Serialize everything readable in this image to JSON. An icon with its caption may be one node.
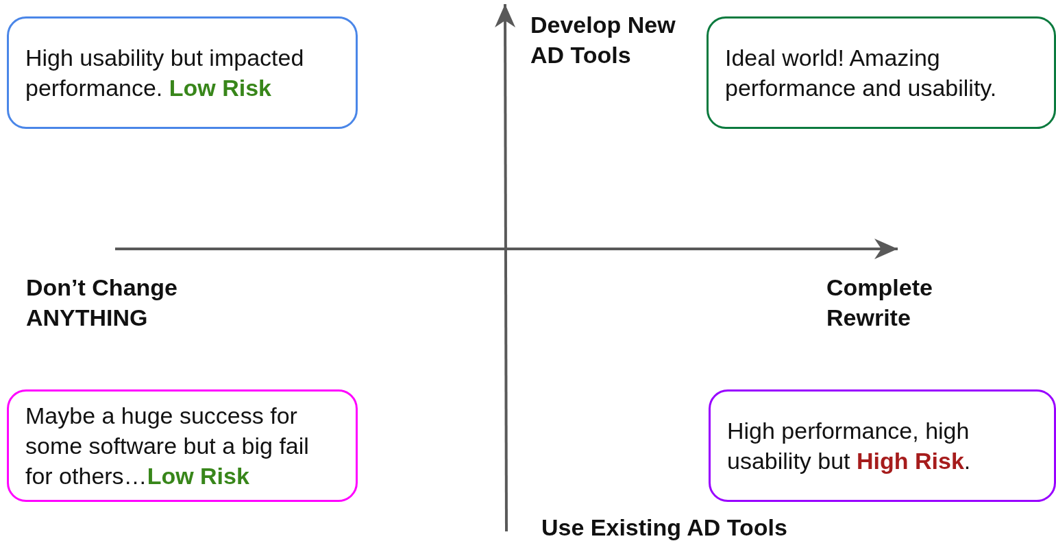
{
  "diagram": {
    "nodes": [
      {
        "text": [
          "High usability but impacted performance. **Low Risk**"
        ]
      },
      {
        "text": [
          "Ideal world! Amazing performance and usability."
        ]
      },
      {
        "text": [
          "Maybe a huge success for some software but a big fail for others…**Low Risk**"
        ]
      },
      {
        "text": [
          "High performance, high usability but **High Risk**."
        ]
      }
    ],
    "labels": [
      "Develop New AD Tools",
      "Don’t Change ANYTHING",
      "Complete Rewrite",
      "Use Existing AD Tools"
    ]
  }
}
